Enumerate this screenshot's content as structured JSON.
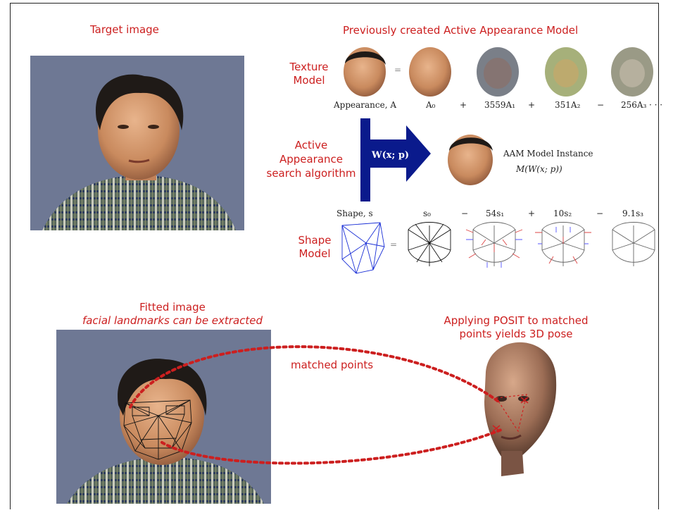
{
  "labels": {
    "target_image": "Target image",
    "aam_title": "Previously created Active Appearance Model",
    "texture_model_1": "Texture",
    "texture_model_2": "Model",
    "active_1": "Active",
    "active_2": "Appearance",
    "active_3": "search algorithm",
    "shape_model_1": "Shape",
    "shape_model_2": "Model",
    "fitted_1": "Fitted image",
    "fitted_2": "facial landmarks can be extracted",
    "posit_1": "Applying POSIT to matched",
    "posit_2": "points yields 3D pose",
    "matched_points": "matched points"
  },
  "texture_equation": {
    "appearance": "Appearance, A",
    "t0": "A₀",
    "op1": "+",
    "t1": "3559A₁",
    "op2": "+",
    "t2": "351A₂",
    "op3": "−",
    "t3": "256A₃",
    "ellipsis": "· · ·",
    "equals": "="
  },
  "shape_equation": {
    "shape": "Shape, s",
    "s0": "s₀",
    "op1": "−",
    "s1": "54s₁",
    "op2": "+",
    "s2": "10s₂",
    "op3": "−",
    "s3": "9.1s₃",
    "equals": "="
  },
  "arrow_label": "W(x; p)",
  "instance": {
    "title": "AAM Model Instance",
    "formula": "M(W(x; p))"
  },
  "colors": {
    "accent_red": "#cc1f1f",
    "arrow_navy": "#0a1a8c",
    "mesh_blue": "#1a2fd6",
    "photo_bg": "#6e7894"
  }
}
